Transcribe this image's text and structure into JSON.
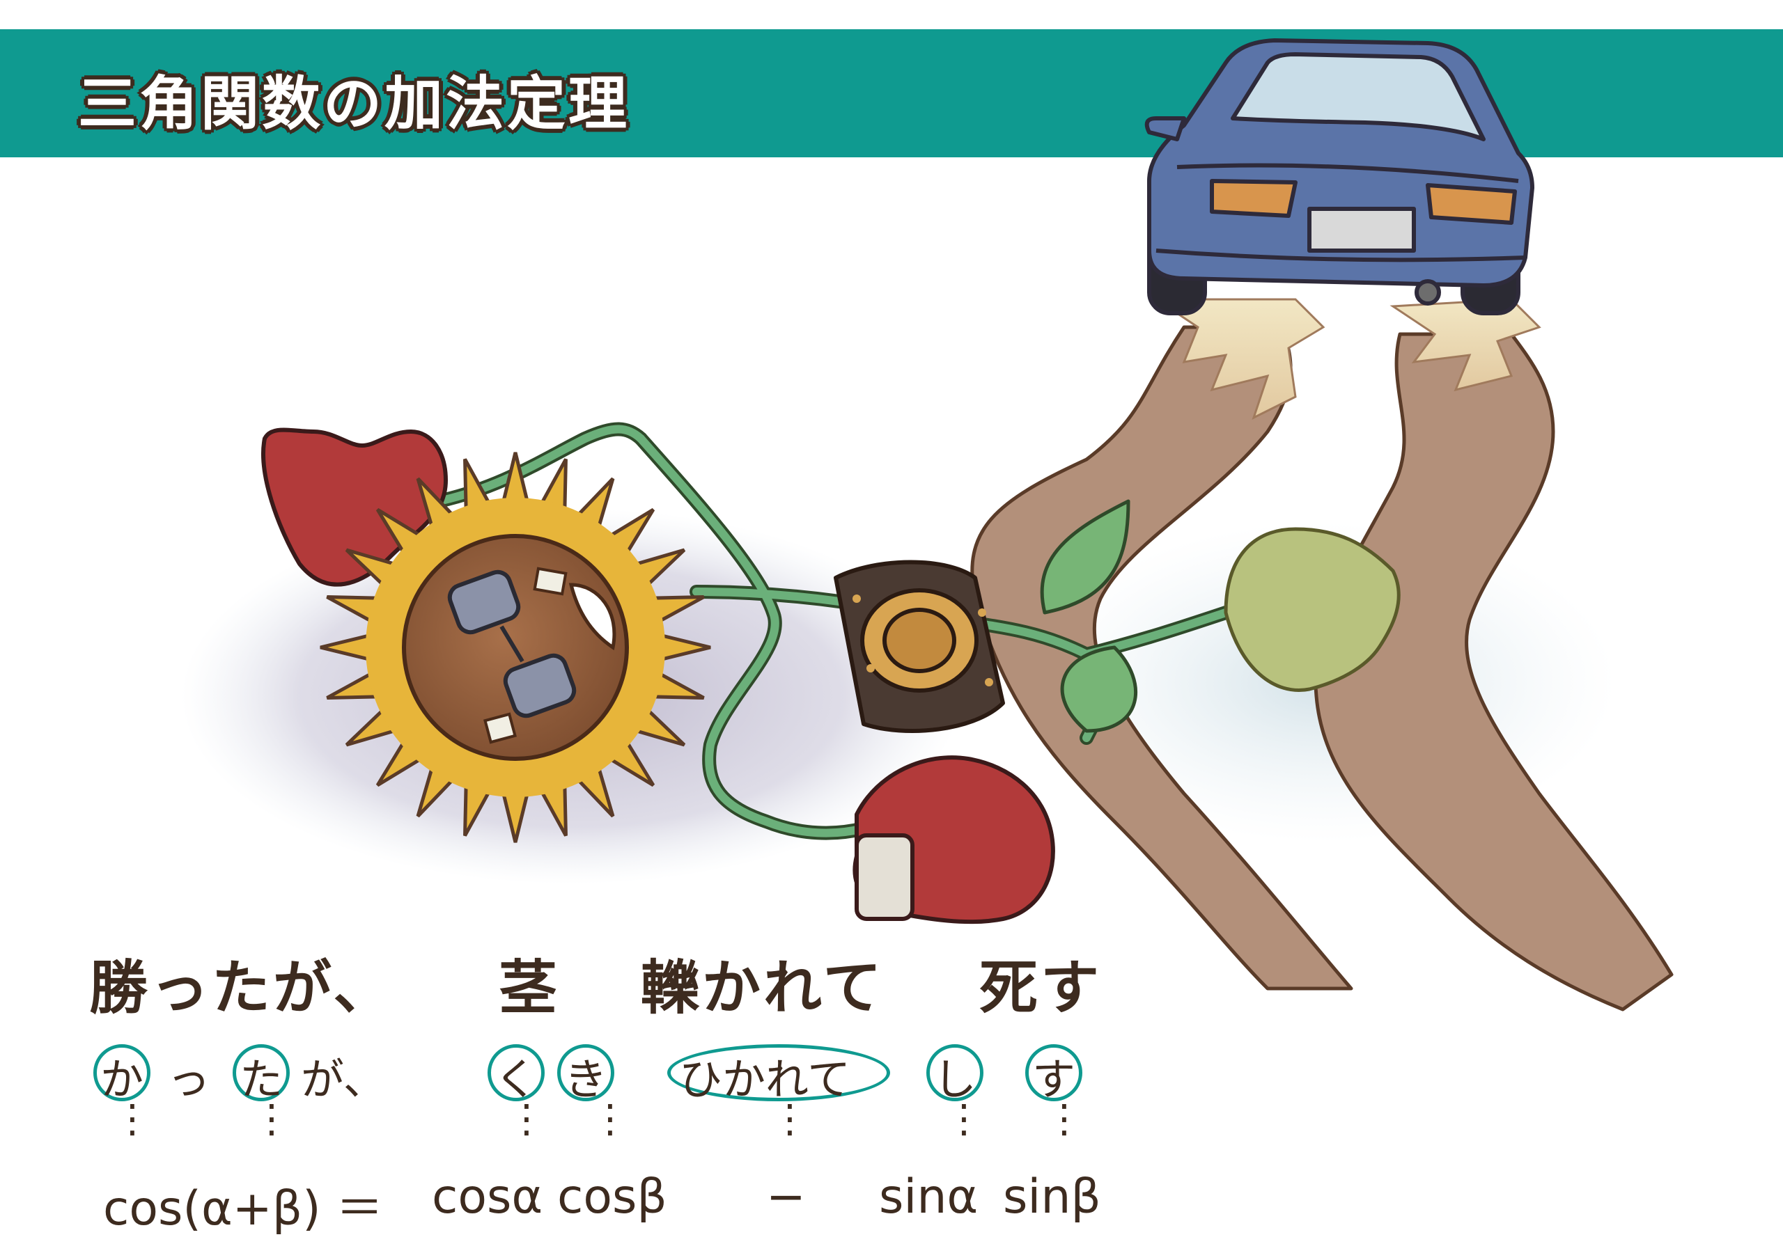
{
  "title": "三角関数の加法定理",
  "phrases": [
    "勝ったが、",
    "茎",
    "轢かれて",
    "死す"
  ],
  "kana": [
    "か",
    "っ",
    "た",
    "が、",
    "く",
    "き",
    "ひかれて",
    "し",
    "す"
  ],
  "dots": [
    "⋮",
    "⋮",
    "⋮",
    "⋮",
    "⋮",
    "⋮",
    "⋮"
  ],
  "formula": [
    "cos(α+β) ＝",
    "cosα",
    "cosβ",
    "−",
    "sinα",
    "sinβ"
  ],
  "colors": {
    "banner": "#0f9a90",
    "circle": "#0f9a90",
    "text": "#3d2b1f"
  }
}
